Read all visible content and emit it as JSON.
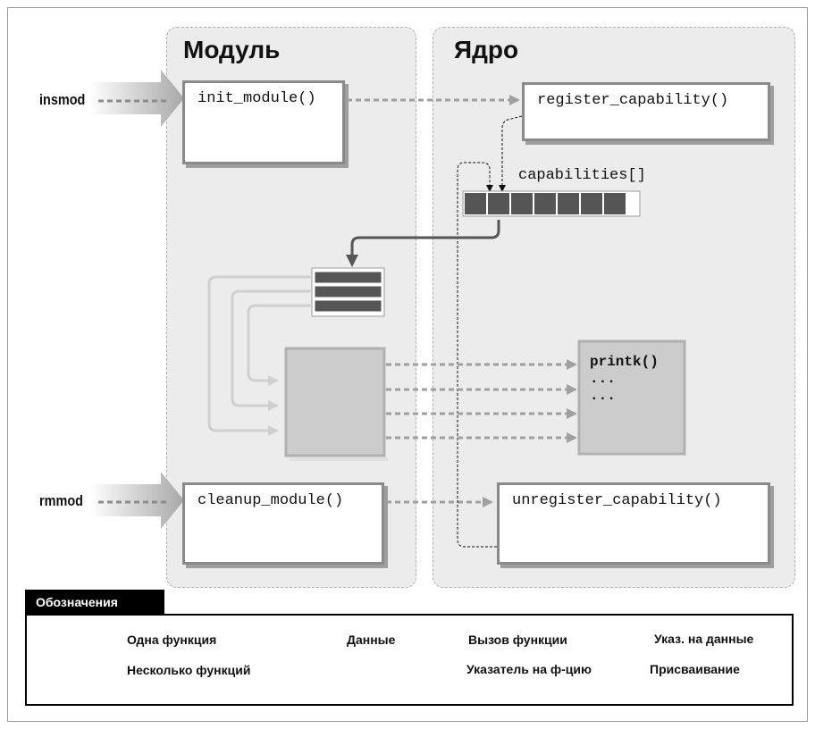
{
  "regions": {
    "module_title": "Модуль",
    "kernel_title": "Ядро"
  },
  "external": {
    "insmod": "insmod",
    "rmmod": "rmmod"
  },
  "module": {
    "init_fn": "init_module()",
    "cleanup_fn": "cleanup_module()"
  },
  "kernel": {
    "register_fn": "register_capability()",
    "unregister_fn": "unregister_capability()",
    "capabilities_label": "capabilities[]",
    "capabilities_cells": 7,
    "printk_lines": [
      "printk()",
      "...",
      "..."
    ]
  },
  "legend": {
    "title": "Обозначения",
    "one_function": "Одна функция",
    "several_functions": "Несколько функций",
    "data": "Данные",
    "function_call": "Вызов функции",
    "data_pointer": "Указ. на данные",
    "function_pointer": "Указатель на ф-цию",
    "assignment": "Присваивание"
  },
  "colors": {
    "region_bg": "#ececec",
    "data_cell": "#555555",
    "call_arrow": "#a0a0a0",
    "func_pointer": "#cfcfcf",
    "data_pointer": "#555555",
    "multi_function": "#cccccc"
  }
}
